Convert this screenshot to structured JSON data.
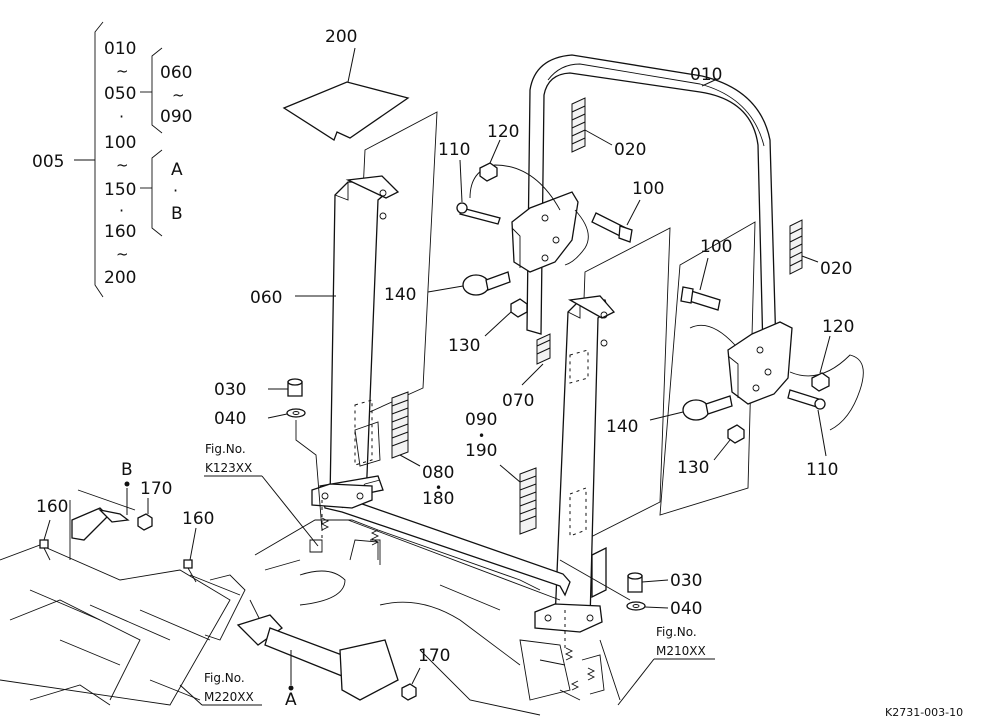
{
  "catalog_code": "K2731-003-10",
  "bracket_group": {
    "main": "005",
    "items_left": [
      "010",
      "~",
      "050",
      "·",
      "100",
      "~",
      "150",
      "·",
      "160",
      "~",
      "200"
    ],
    "sub_range": [
      "060",
      "~",
      "090"
    ],
    "sub_variants": [
      "A",
      "·",
      "B"
    ]
  },
  "callouts": {
    "c200": "200",
    "c010": "010",
    "c020a": "020",
    "c020b": "020",
    "c120a": "120",
    "c120b": "120",
    "c110a": "110",
    "c110b": "110",
    "c100a": "100",
    "c100b": "100",
    "c140a": "140",
    "c140b": "140",
    "c130a": "130",
    "c130b": "130",
    "c060": "060",
    "c070": "070",
    "c030a": "030",
    "c030b": "030",
    "c040a": "040",
    "c040b": "040",
    "c080": "080",
    "c080_dot": "•",
    "c180": "180",
    "c090": "090",
    "c090_dot": "•",
    "c190": "190",
    "c160a": "160",
    "c160b": "160",
    "c170a": "170",
    "c170b": "170",
    "cB": "B",
    "cA": "A"
  },
  "figure_refs": {
    "k123": {
      "line1": "Fig.No.",
      "line2": "K123XX"
    },
    "m210": {
      "line1": "Fig.No.",
      "line2": "M210XX"
    },
    "m220": {
      "line1": "Fig.No.",
      "line2": "M220XX"
    }
  }
}
